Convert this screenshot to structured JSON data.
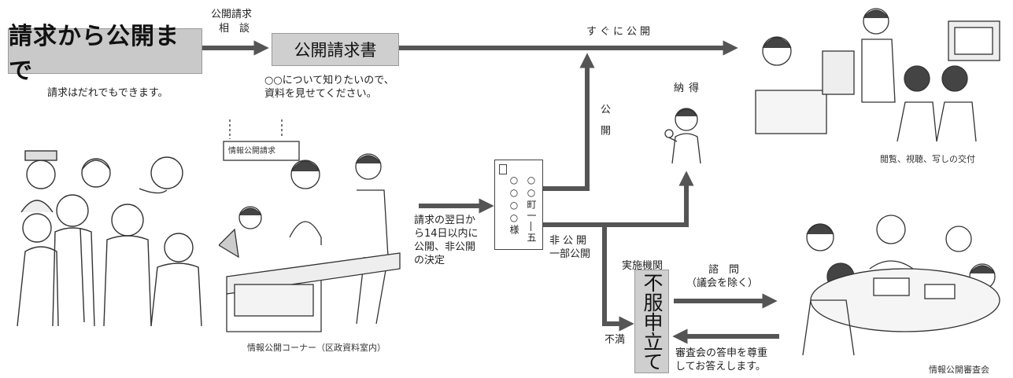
{
  "title": "請求から公開まで",
  "request_note": "請求はだれでもできます。",
  "consult_label": [
    "公開請求",
    "相　談"
  ],
  "form_box": "公開請求書",
  "form_note": [
    "○○について知りたいので、",
    "資料を見せてください。"
  ],
  "immediate_label": "すぐに公開",
  "disclose_vertical": "公開",
  "satisfied_label": "納得",
  "corner_sign": "情報公開請求",
  "corner_caption": "情報公開コーナー（区政資料室内）",
  "card": {
    "col_right": "○○町一―五",
    "col_left": "○○○○様"
  },
  "decision_note": [
    "請求の翌日か",
    "ら14日以内に",
    "公開、非公開",
    "の決定"
  ],
  "nondisclose_label": [
    "非公開",
    "一部公開"
  ],
  "agency_label": "実施機関",
  "objection_box": "不服申立て",
  "dissatisfied_label": "不満",
  "consultation_label": [
    "諮　問",
    "（議会を除く）"
  ],
  "answer_note": [
    "審査会の答申を尊重",
    "してお答えします。"
  ],
  "viewing_caption": "閲覧、視聴、写しの交付",
  "council_caption": "情報公開審査会"
}
